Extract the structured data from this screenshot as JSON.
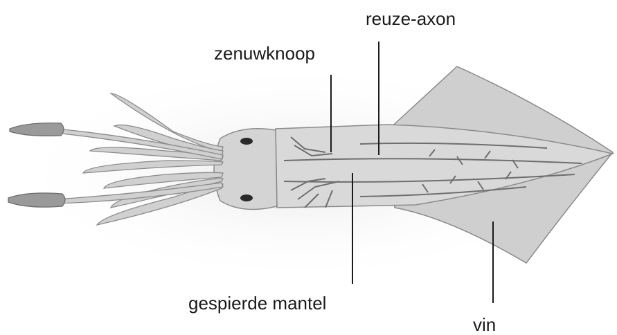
{
  "labels": {
    "giant_axon": "reuze-axon",
    "ganglion": "zenuwknoop",
    "mantle": "gespierde mantel",
    "fin": "vin"
  },
  "colors": {
    "body_fill": "#d9d9d9",
    "body_shade": "#bdbdbd",
    "outline": "#8a8a8a",
    "nerve": "#6e6e6e",
    "leader_line": "#1a1a1a",
    "text": "#1a1a1a"
  }
}
